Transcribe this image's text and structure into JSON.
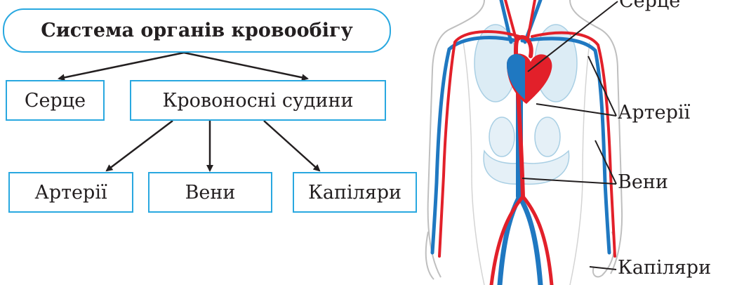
{
  "scheme": {
    "title": "Система органів кровообігу",
    "heart": "Серце",
    "vessels": "Кровоносні судини",
    "arteries": "Артерії",
    "veins": "Вени",
    "capillaries": "Капіляри"
  },
  "figure": {
    "labels": {
      "heart": "Серце",
      "arteries": "Артерії",
      "veins": "Вени",
      "capillaries": "Капіляри"
    },
    "colors": {
      "artery": "#e2202a",
      "vein": "#1f78c1",
      "outline": "#bfbfbf",
      "organ": "#a9cfe4"
    }
  },
  "colors": {
    "box_border": "#29a8e0",
    "text": "#231f20",
    "arrow": "#231f20"
  }
}
